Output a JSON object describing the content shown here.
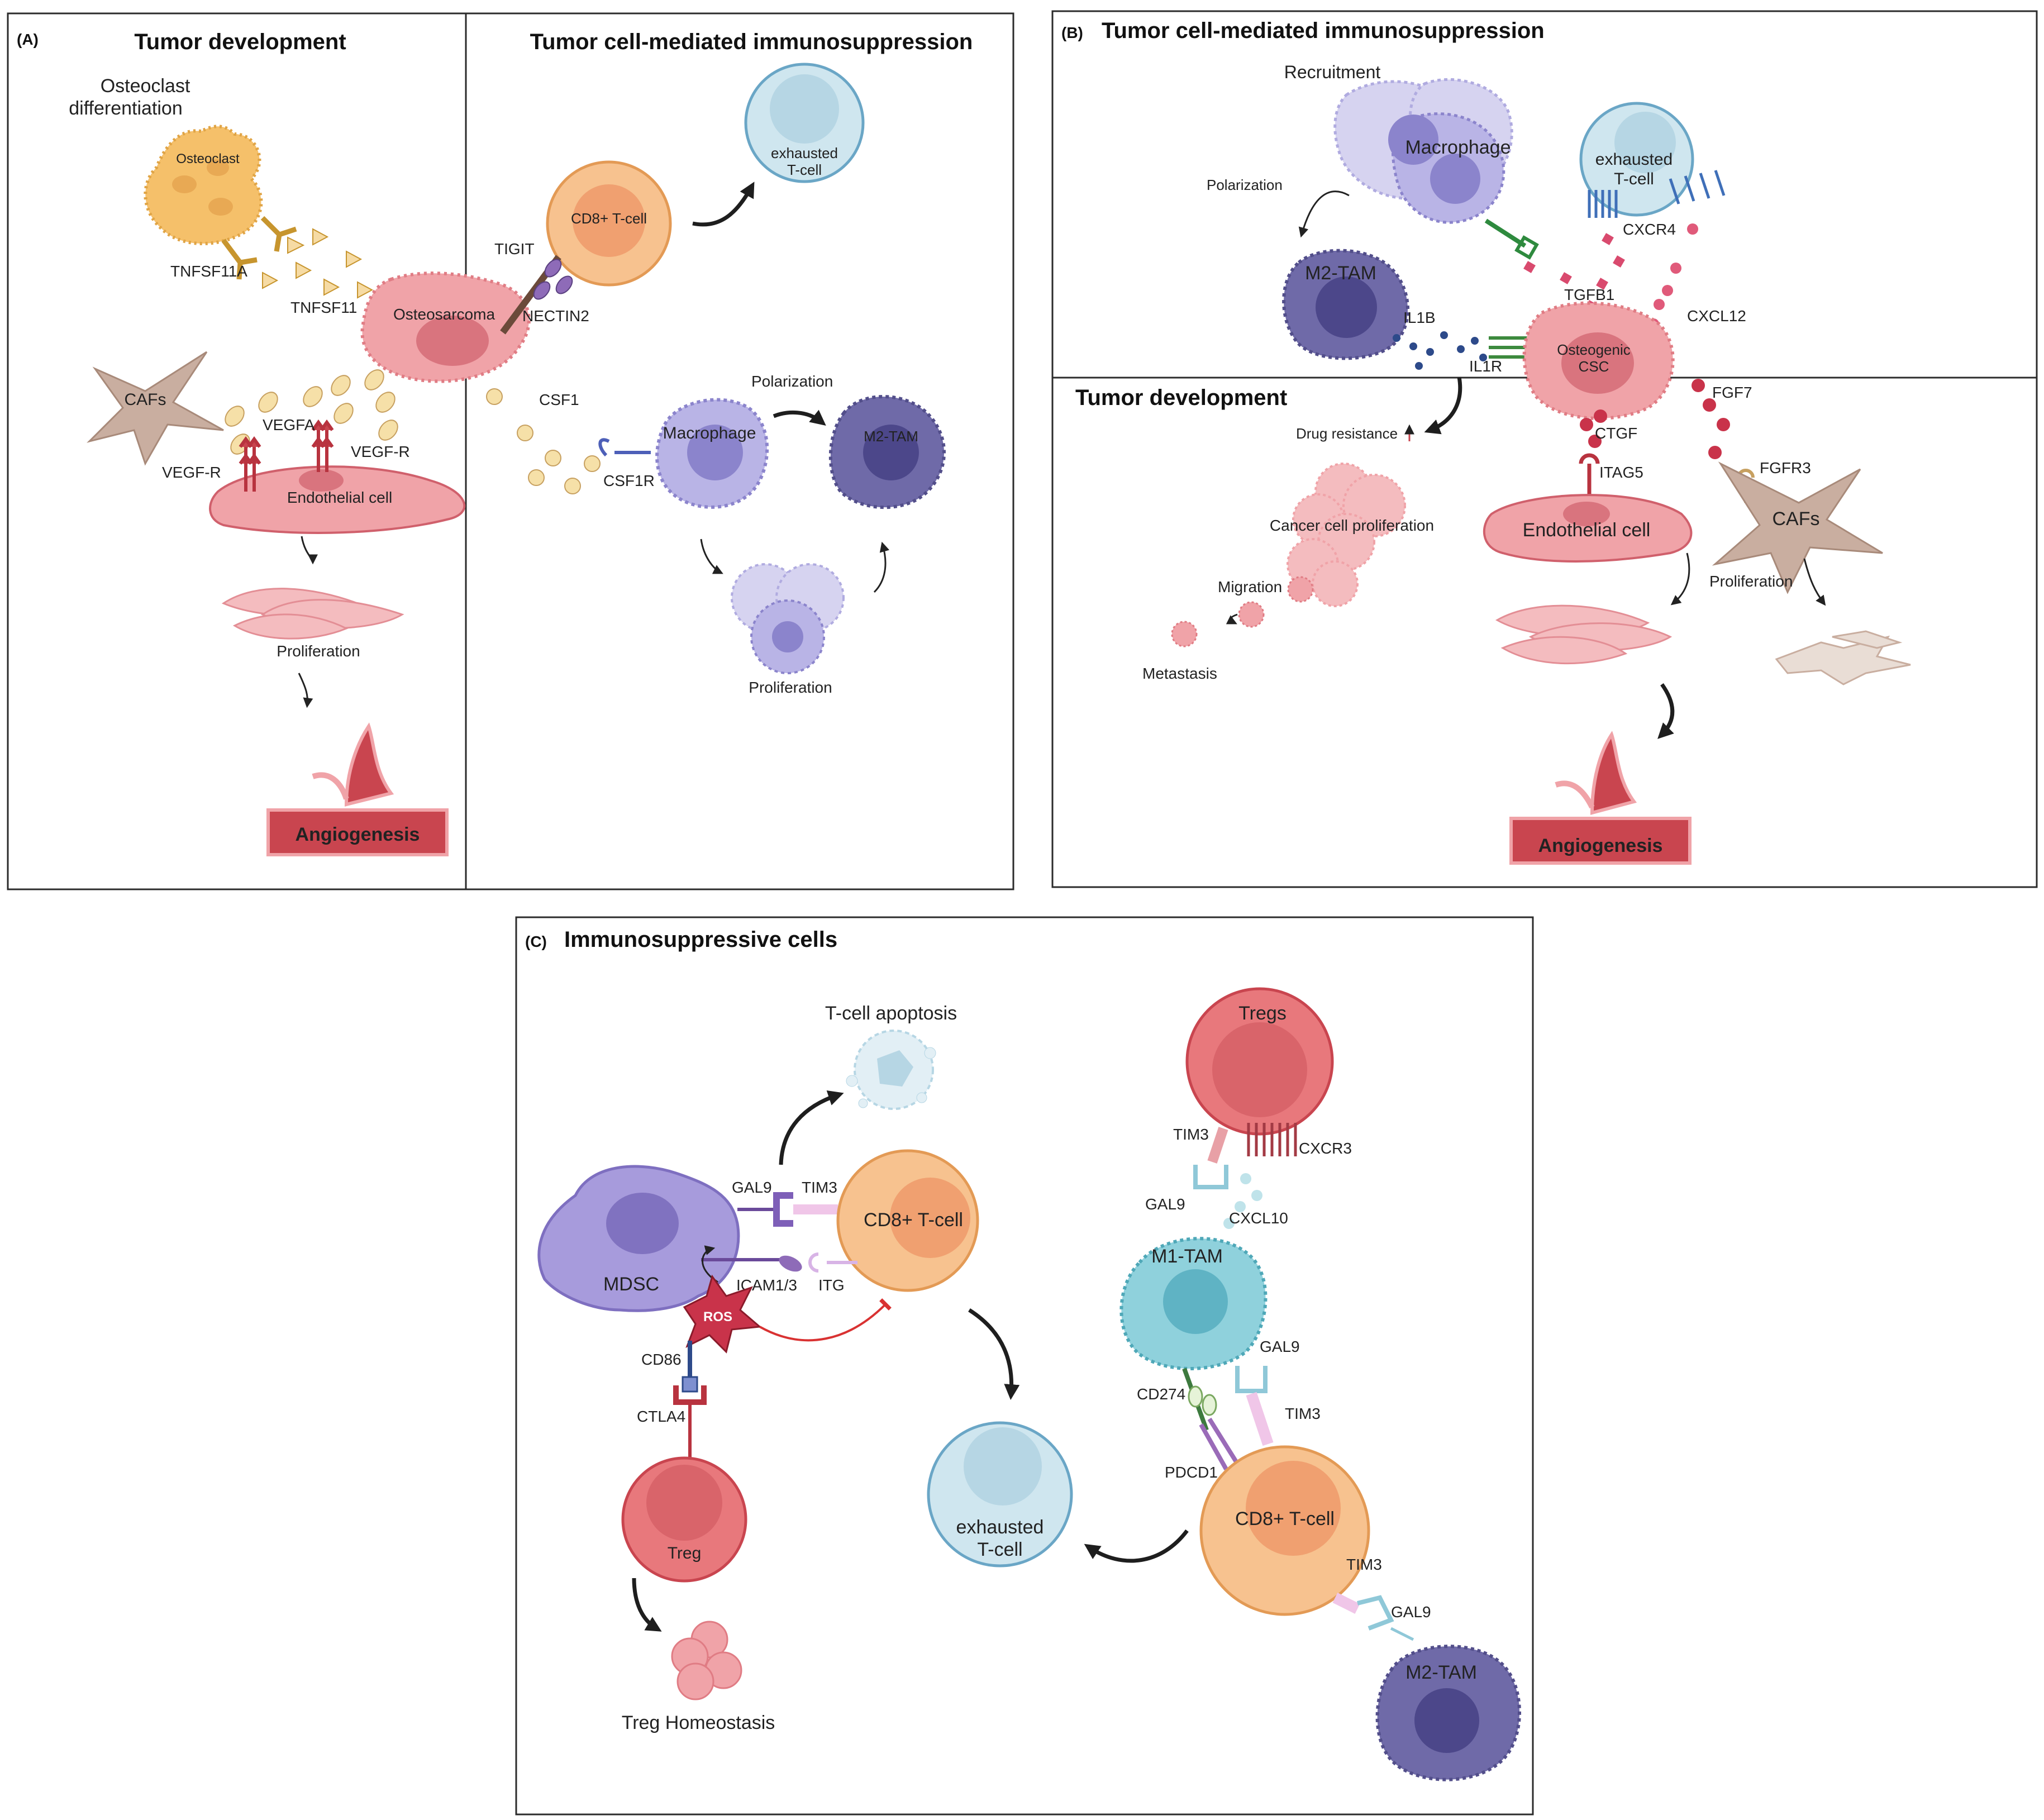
{
  "panel_a": {
    "tag": "(A)",
    "left_title": "Tumor development",
    "right_title": "Tumor cell-mediated immunosuppression",
    "osteoclast_differentiation_line1": "Osteoclast",
    "osteoclast_differentiation_line2": "differentiation",
    "osteoclast": "Osteoclast",
    "tnfsf11a": "TNFSF11A",
    "tnfsf11": "TNFSF11",
    "osteosarcoma": "Osteosarcoma",
    "cafs": "CAFs",
    "vegfa": "VEGFA",
    "vegf_r_left": "VEGF-R",
    "vegf_r_right": "VEGF-R",
    "endothelial_cell": "Endothelial cell",
    "proliferation_left": "Proliferation",
    "angiogenesis": "Angiogenesis",
    "tigit": "TIGIT",
    "nectin2": "NECTIN2",
    "cd8_tcell": "CD8+ T-cell",
    "exhausted_line1": "exhausted",
    "exhausted_line2": "T-cell",
    "csf1": "CSF1",
    "csf1r": "CSF1R",
    "macrophage": "Macrophage",
    "polarization": "Polarization",
    "m2_tam": "M2-TAM",
    "proliferation_right": "Proliferation"
  },
  "panel_b": {
    "tag": "(B)",
    "title": "Tumor cell-mediated immunosuppression",
    "recruitment": "Recruitment",
    "macrophage": "Macrophage",
    "polarization": "Polarization",
    "m2_tam": "M2-TAM",
    "exhausted_line1": "exhausted",
    "exhausted_line2": "T-cell",
    "cxcr4": "CXCR4",
    "tgfb1": "TGFB1",
    "cxcl12": "CXCL12",
    "il1b": "IL1B",
    "il1r": "IL1R",
    "osteogenic_csc_line1": "Osteogenic",
    "osteogenic_csc_line2": "CSC",
    "tumor_development": "Tumor development",
    "drug_resistance": "Drug resistance",
    "fgf7": "FGF7",
    "ctgf": "CTGF",
    "itag5": "ITAG5",
    "fgfr3": "FGFR3",
    "cancer_cell_proliferation": "Cancer cell proliferation",
    "endothelial_cell": "Endothelial cell",
    "cafs": "CAFs",
    "proliferation": "Proliferation",
    "migration": "Migration",
    "metastasis": "Metastasis",
    "angiogenesis": "Angiogenesis"
  },
  "panel_c": {
    "tag": "(C)",
    "title": "Immunosuppressive cells",
    "tcell_apoptosis": "T-cell apoptosis",
    "tregs": "Tregs",
    "tim3_top": "TIM3",
    "cxcr3": "CXCR3",
    "gal9_left": "GAL9",
    "tim3_left": "TIM3",
    "cd8_tcell_left": "CD8+ T-cell",
    "gal9_mid": "GAL9",
    "cxcl10": "CXCL10",
    "mdsc": "MDSC",
    "icam13": "ICAM1/3",
    "itg": "ITG",
    "ros": "ROS",
    "m1_tam": "M1-TAM",
    "gal9_right": "GAL9",
    "cd86": "CD86",
    "cd274": "CD274",
    "tim3_mid": "TIM3",
    "ctla4": "CTLA4",
    "pdcd1": "PDCD1",
    "exhausted_line1": "exhausted",
    "exhausted_line2": "T-cell",
    "cd8_tcell_right": "CD8+ T-cell",
    "treg": "Treg",
    "tim3_bottom": "TIM3",
    "gal9_bottom": "GAL9",
    "m2_tam": "M2-TAM",
    "treg_homeostasis": "Treg Homeostasis"
  },
  "colors": {
    "osteoclast": "#f5c06a",
    "osteosarcoma": "#f0a3a8",
    "endothelial": "#e88a93",
    "cafs": "#c9aea0",
    "tcell_orange": "#f7c28f",
    "exhausted_blue": "#cfe6ef",
    "macrophage": "#b9b4e6",
    "m2_tam": "#6f6aa8",
    "m1_tam": "#8fd1dc",
    "treg": "#e8787c",
    "mdsc": "#a79bdc",
    "angio_red": "#c9454f"
  }
}
